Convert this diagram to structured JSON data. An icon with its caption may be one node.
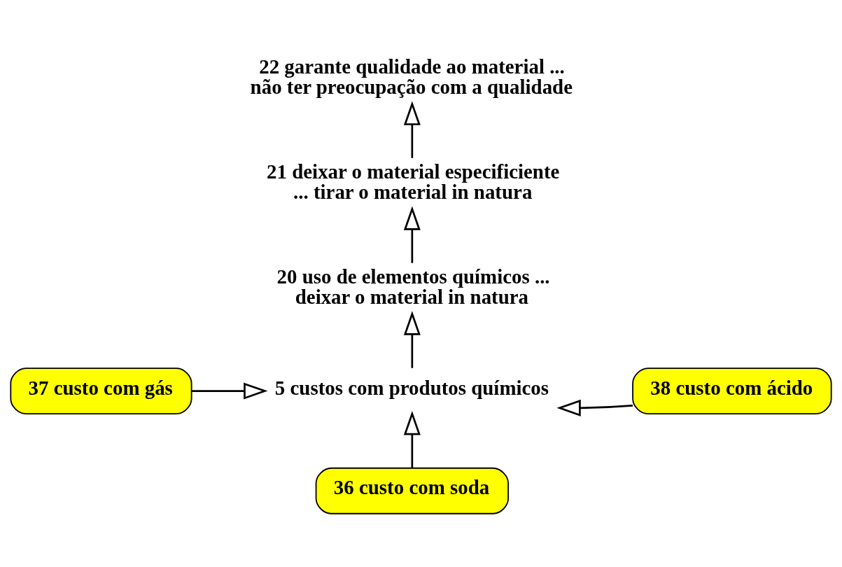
{
  "diagram": {
    "nodes": [
      {
        "text": [
          "22 garante qualidade ao material ... não ter preocupação com a qualidade"
        ]
      },
      {
        "text": [
          "21 deixar o material especificiente ... tirar o material in natura"
        ]
      },
      {
        "text": [
          "20 uso de elementos químicos ... deixar o material in natura"
        ]
      },
      {
        "text": [
          "5 custos com produtos químicos"
        ]
      },
      {
        "text": [
          "37 custo com gás"
        ]
      },
      {
        "text": [
          "38 custo com ácido"
        ]
      },
      {
        "text": [
          "36 custo com soda"
        ]
      }
    ],
    "edges": [
      {
        "from": 3,
        "to": 2,
        "arrow": "to"
      },
      {
        "from": 2,
        "to": 1,
        "arrow": "to"
      },
      {
        "from": 1,
        "to": 0,
        "arrow": "to"
      },
      {
        "from": 4,
        "to": 3,
        "arrow": "to"
      },
      {
        "from": 5,
        "to": 3,
        "arrow": "to"
      },
      {
        "from": 6,
        "to": 3,
        "arrow": "to"
      }
    ]
  }
}
